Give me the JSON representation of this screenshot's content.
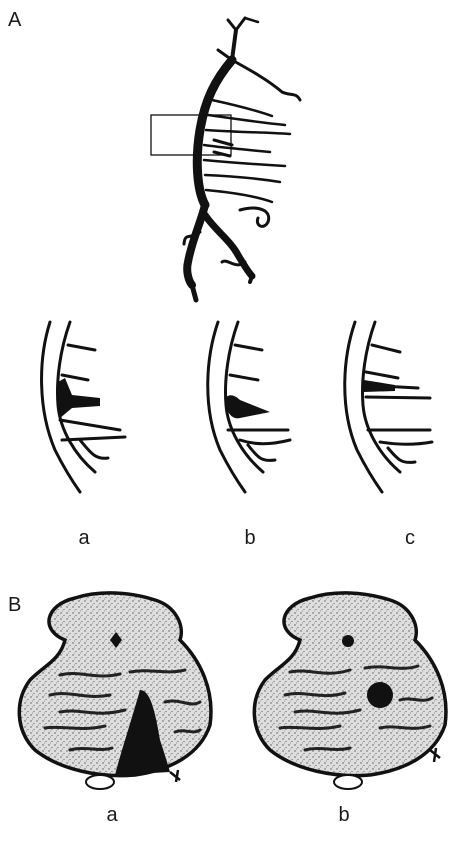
{
  "panels": {
    "A": {
      "label": "A",
      "sublabels": [
        "a",
        "b",
        "c"
      ]
    },
    "B": {
      "label": "B",
      "sublabels": [
        "a",
        "b"
      ]
    }
  },
  "colors": {
    "ink": "#111111",
    "stipple_fill": "#d9d9d9",
    "background": "#ffffff"
  }
}
